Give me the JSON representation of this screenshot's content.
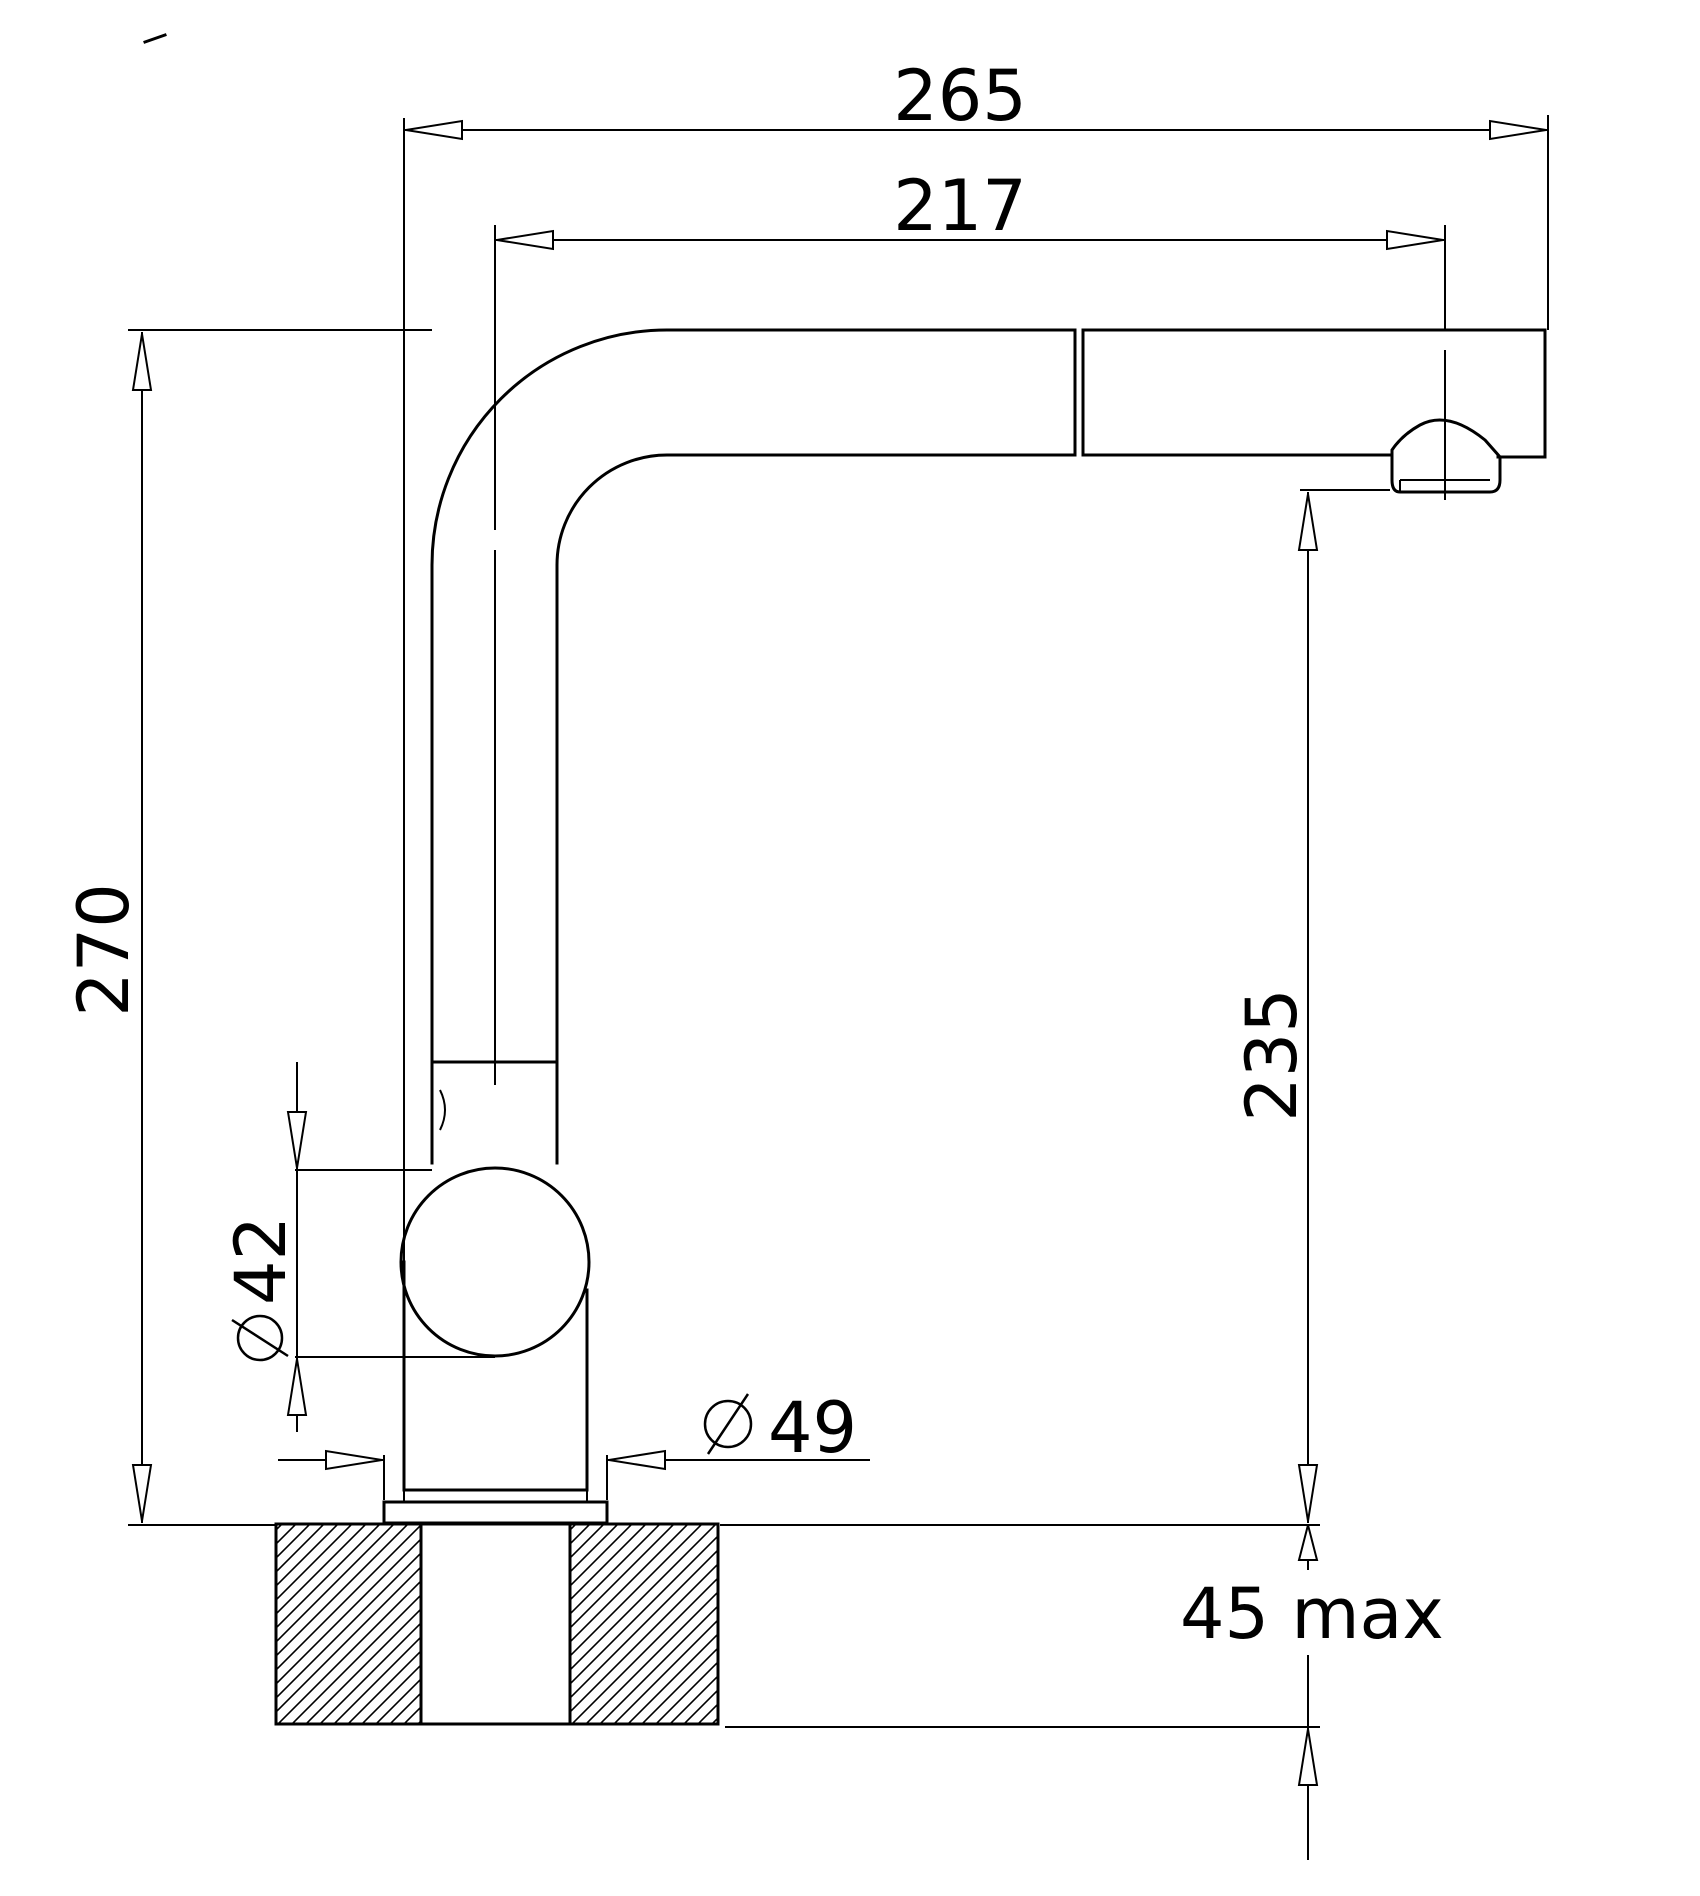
{
  "dimensions": {
    "overall_width": "265",
    "spout_reach": "217",
    "overall_height": "270",
    "spout_height": "235",
    "handle_diameter": "42",
    "base_diameter": "49",
    "countertop_max": "45 max"
  },
  "colors": {
    "line": "#000000",
    "background": "#ffffff"
  }
}
